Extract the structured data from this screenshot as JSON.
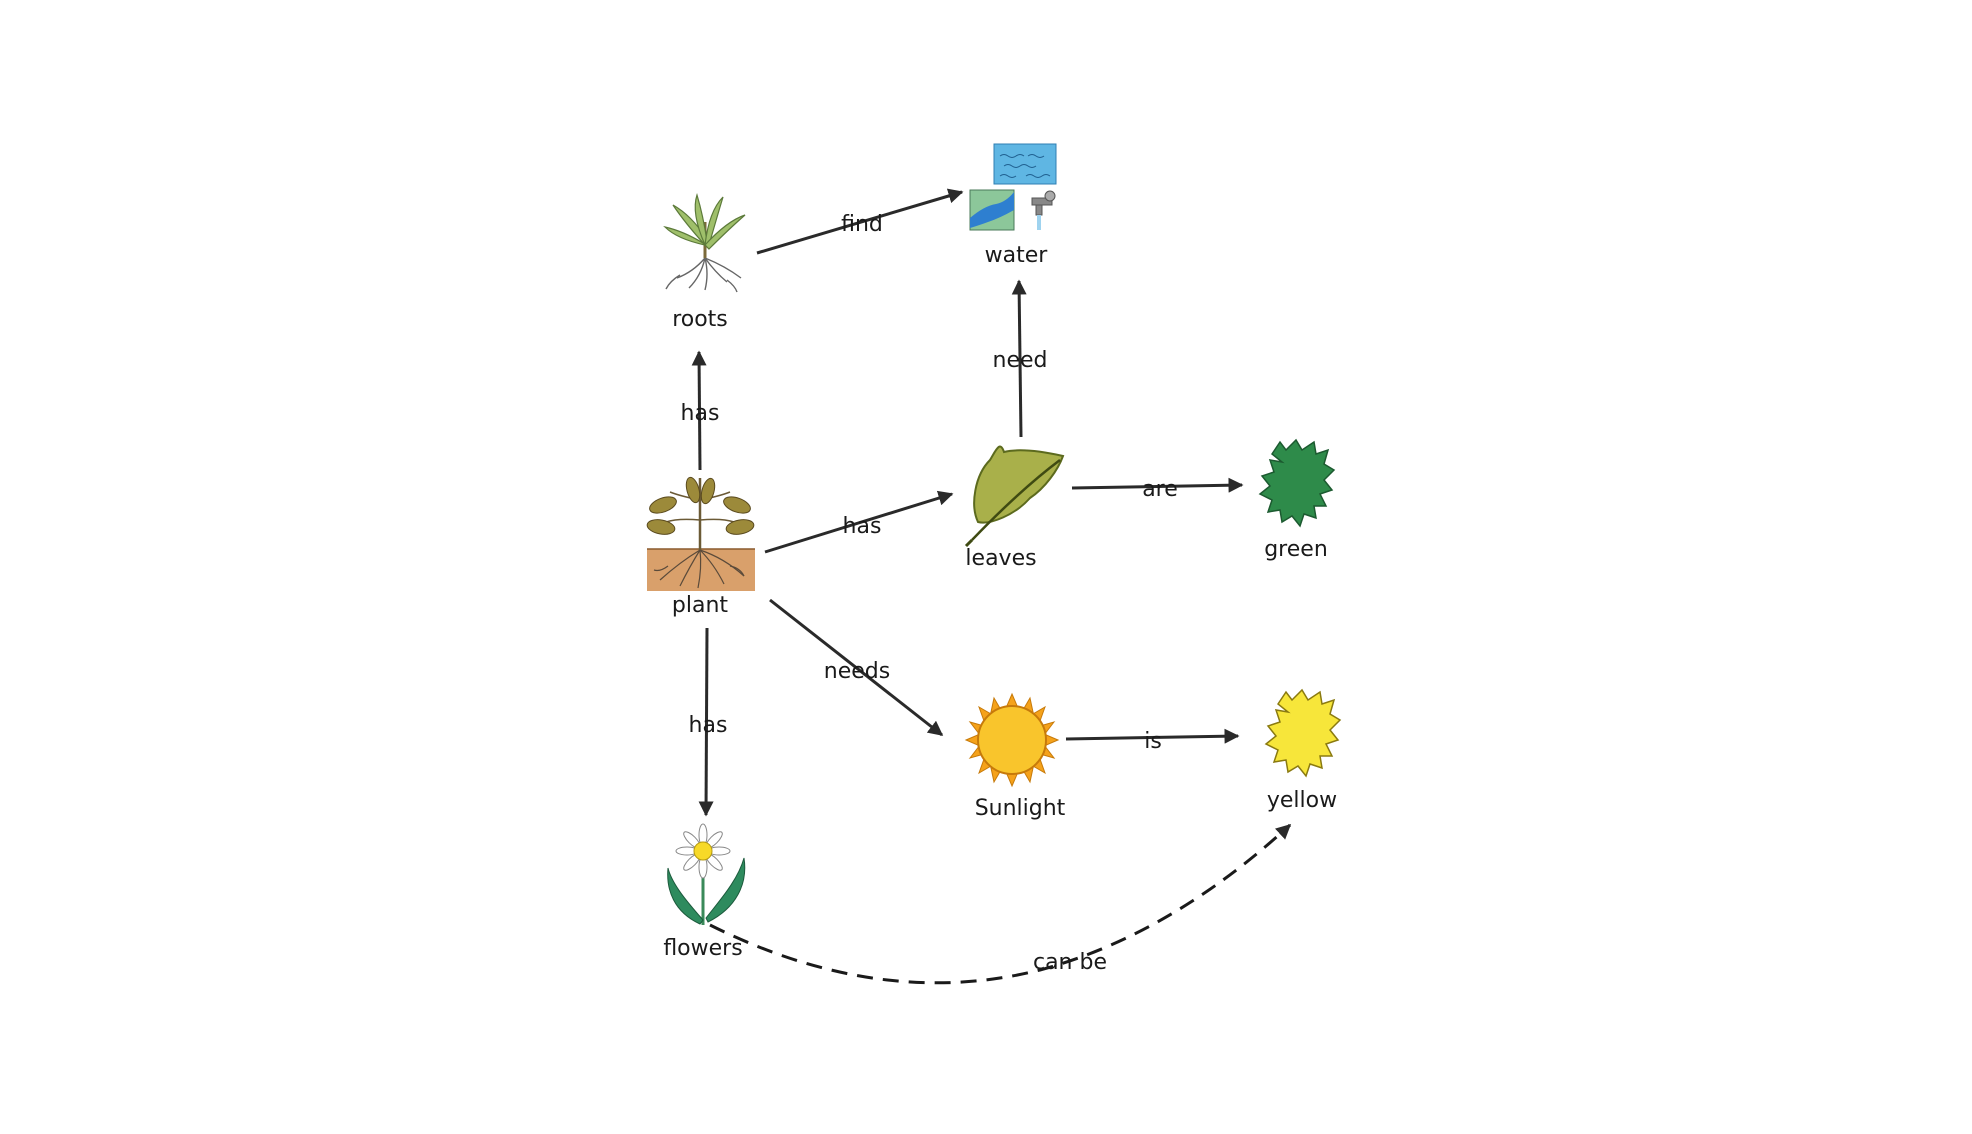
{
  "nodes": {
    "roots": {
      "label": "roots",
      "icon": "roots-icon"
    },
    "water": {
      "label": "water",
      "icon": "water-icon"
    },
    "plant": {
      "label": "plant",
      "icon": "plant-icon"
    },
    "leaves": {
      "label": "leaves",
      "icon": "leaf-icon"
    },
    "green": {
      "label": "green",
      "icon": "green-splash-icon",
      "color": "#2e8b4a"
    },
    "sunlight": {
      "label": "Sunlight",
      "icon": "sun-icon",
      "color": "#f5b51a"
    },
    "yellow": {
      "label": "yellow",
      "icon": "yellow-splash-icon",
      "color": "#f7e63a"
    },
    "flowers": {
      "label": "flowers",
      "icon": "daisy-icon"
    }
  },
  "edges": {
    "plant_roots": {
      "from": "plant",
      "to": "roots",
      "label": "has"
    },
    "roots_water": {
      "from": "roots",
      "to": "water",
      "label": "find"
    },
    "plant_leaves": {
      "from": "plant",
      "to": "leaves",
      "label": "has"
    },
    "leaves_water": {
      "from": "leaves",
      "to": "water",
      "label": "need"
    },
    "leaves_green": {
      "from": "leaves",
      "to": "green",
      "label": "are"
    },
    "plant_sunlight": {
      "from": "plant",
      "to": "sunlight",
      "label": "needs"
    },
    "sunlight_yellow": {
      "from": "sunlight",
      "to": "yellow",
      "label": "is"
    },
    "plant_flowers": {
      "from": "plant",
      "to": "flowers",
      "label": "has"
    },
    "flowers_yellow": {
      "from": "flowers",
      "to": "yellow",
      "label": "can be",
      "style": "dashed"
    }
  }
}
